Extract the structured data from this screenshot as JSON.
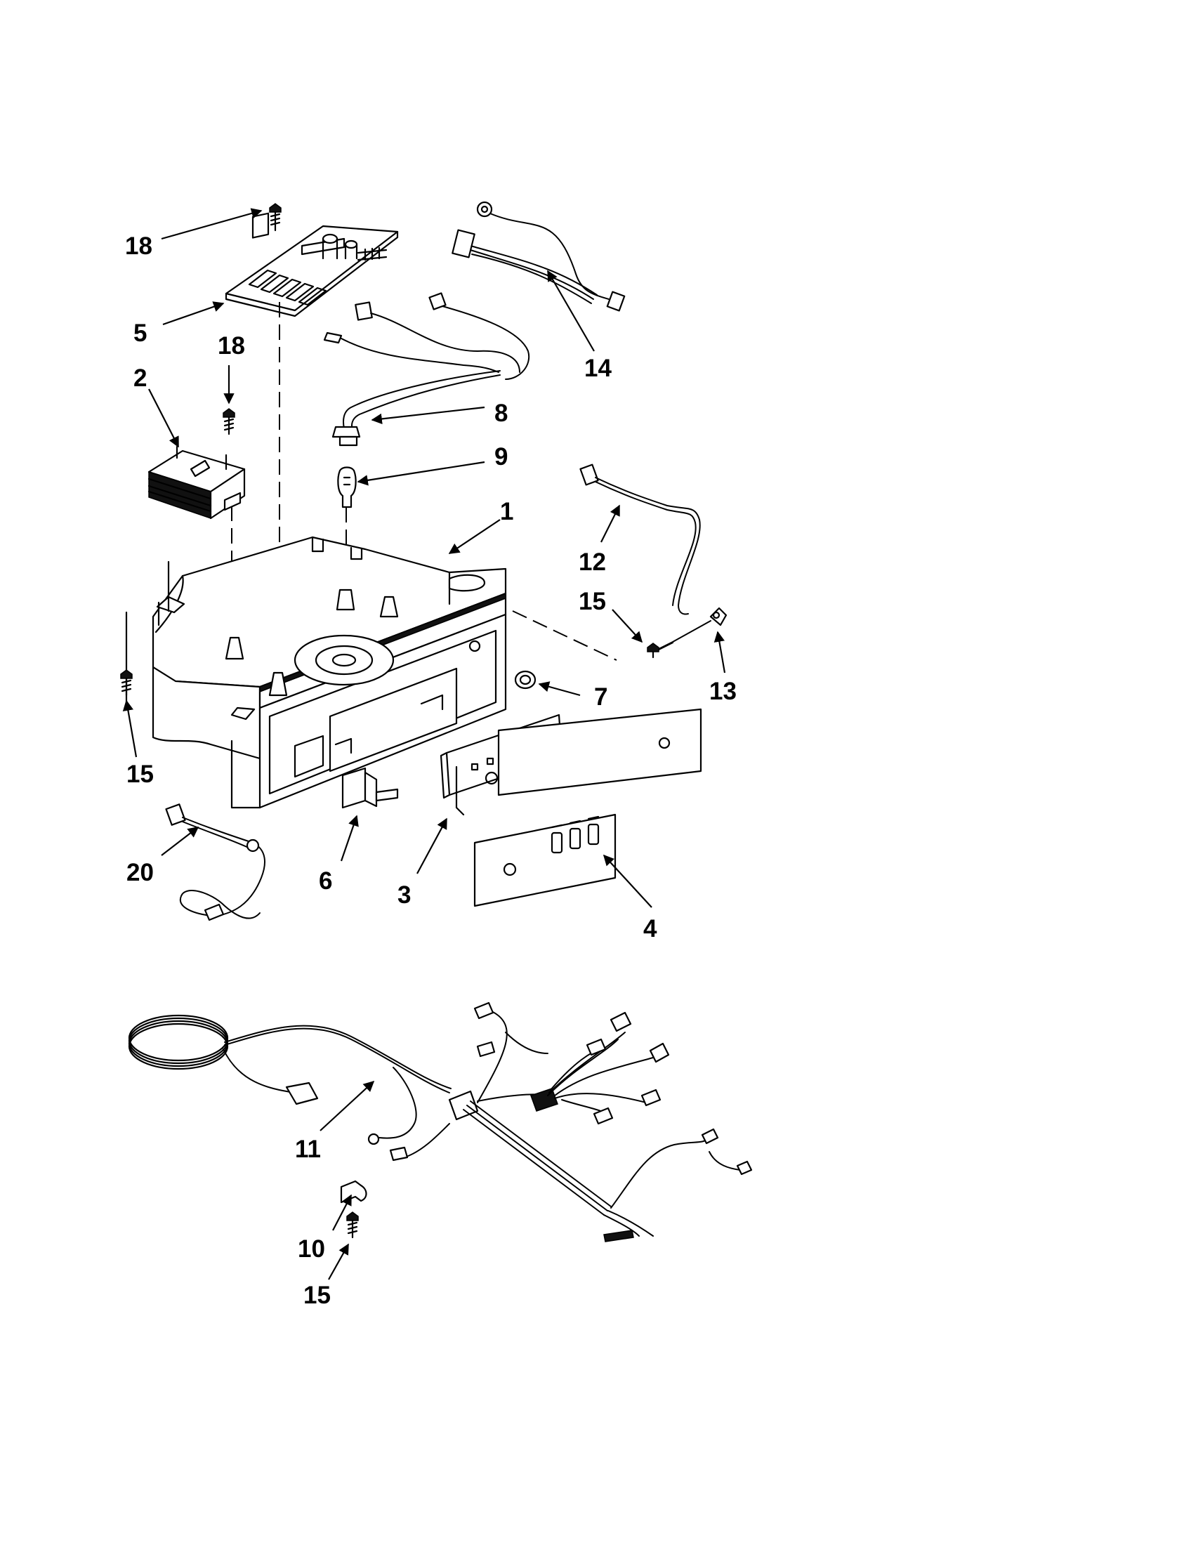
{
  "callouts": [
    {
      "id": "c18a",
      "label": "18"
    },
    {
      "id": "c5",
      "label": "5"
    },
    {
      "id": "c18b",
      "label": "18"
    },
    {
      "id": "c2",
      "label": "2"
    },
    {
      "id": "c14",
      "label": "14"
    },
    {
      "id": "c8",
      "label": "8"
    },
    {
      "id": "c9",
      "label": "9"
    },
    {
      "id": "c1",
      "label": "1"
    },
    {
      "id": "c12",
      "label": "12"
    },
    {
      "id": "c15a",
      "label": "15"
    },
    {
      "id": "c13",
      "label": "13"
    },
    {
      "id": "c7",
      "label": "7"
    },
    {
      "id": "c15b",
      "label": "15"
    },
    {
      "id": "c20",
      "label": "20"
    },
    {
      "id": "c6",
      "label": "6"
    },
    {
      "id": "c3",
      "label": "3"
    },
    {
      "id": "c4",
      "label": "4"
    },
    {
      "id": "c11",
      "label": "11"
    },
    {
      "id": "c10",
      "label": "10"
    },
    {
      "id": "c15c",
      "label": "15"
    }
  ]
}
